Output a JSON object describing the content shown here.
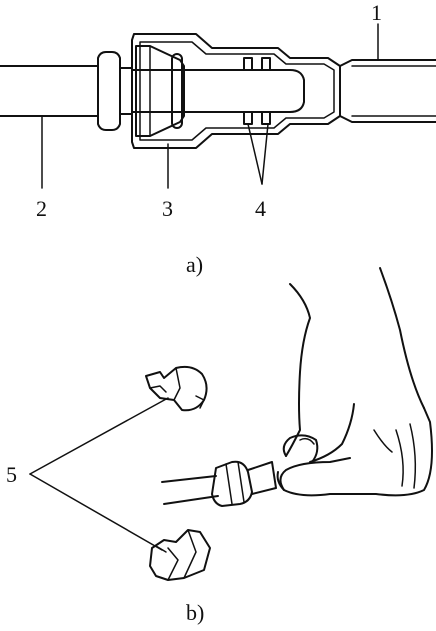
{
  "panel_a": {
    "caption": "a)",
    "labels": {
      "l1": "1",
      "l2": "2",
      "l3": "3",
      "l4": "4"
    }
  },
  "panel_b": {
    "caption": "b)",
    "labels": {
      "l5": "5"
    }
  }
}
